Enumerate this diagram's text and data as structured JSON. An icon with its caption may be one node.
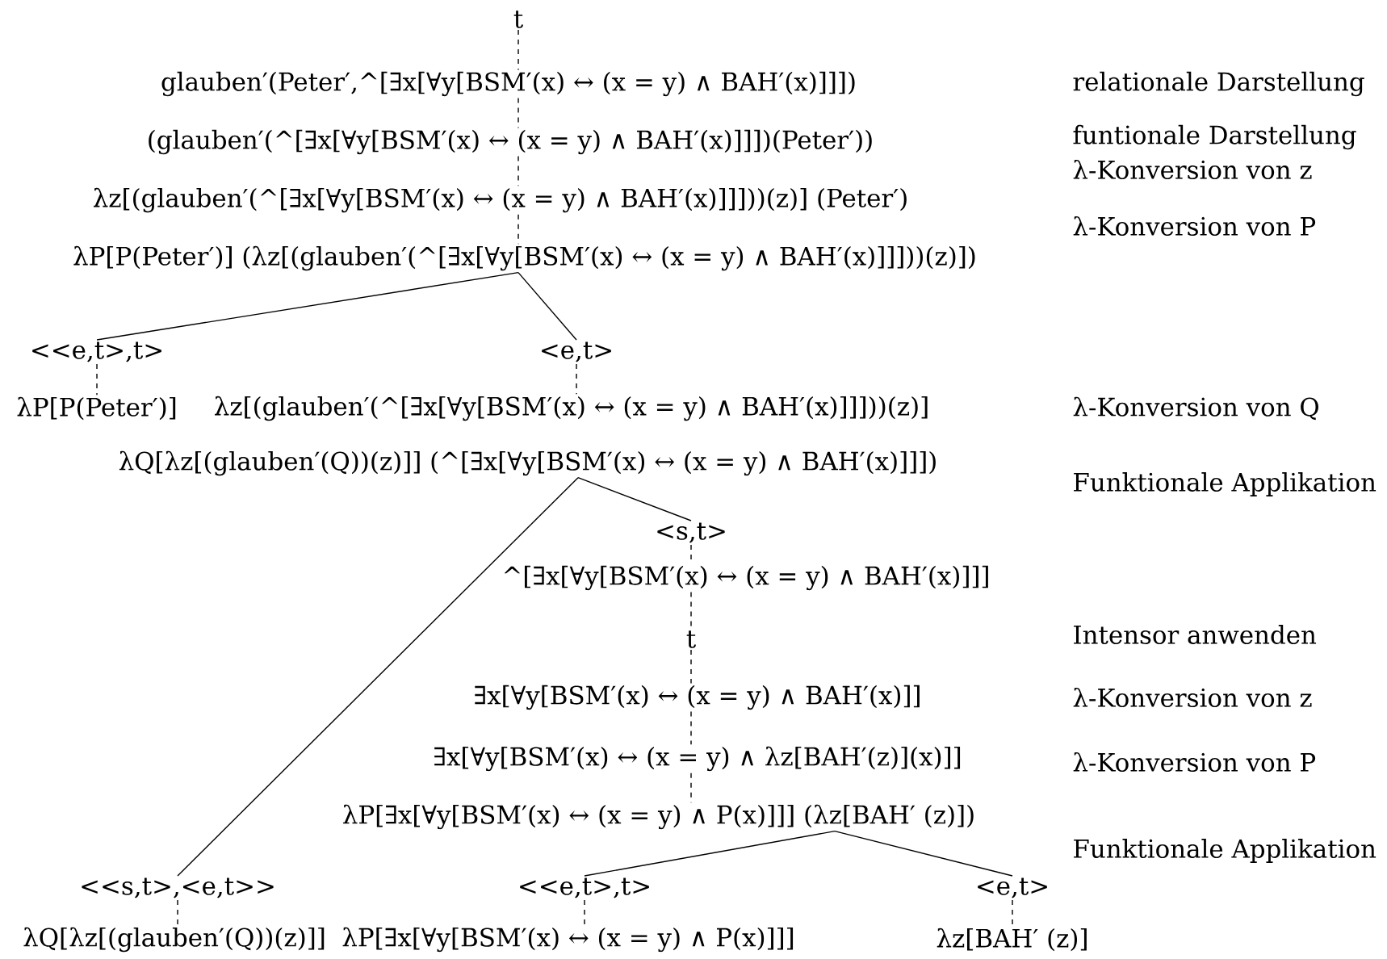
{
  "diagram": {
    "nodes": [
      {
        "text": [
          "t"
        ]
      },
      {
        "text": [
          "glauben′(Peter′,^[∃x[∀y[BSM′(x) ↔ (x = y) ∧ BAH′(x)]]])"
        ]
      },
      {
        "text": [
          "(glauben′(^[∃x[∀y[BSM′(x) ↔ (x = y) ∧ BAH′(x)]]])(Peter′))"
        ]
      },
      {
        "text": [
          "λz[(glauben′(^[∃x[∀y[BSM′(x) ↔ (x = y) ∧ BAH′(x)]]]))(z)] (Peter′)"
        ]
      },
      {
        "text": [
          "λP[P(Peter′)] (λz[(glauben′(^[∃x[∀y[BSM′(x) ↔ (x = y) ∧ BAH′(x)]]]))(z)])"
        ]
      },
      {
        "text": [
          "<<e,t>,t>"
        ]
      },
      {
        "text": [
          "λP[P(Peter′)]"
        ]
      },
      {
        "text": [
          "<e,t>"
        ]
      },
      {
        "text": [
          "λz[(glauben′(^[∃x[∀y[BSM′(x) ↔ (x = y) ∧ BAH′(x)]]]))(z)]"
        ]
      },
      {
        "text": [
          "λQ[λz[(glauben′(Q))(z)]] (^[∃x[∀y[BSM′(x) ↔ (x = y) ∧ BAH′(x)]]])"
        ]
      },
      {
        "text": [
          "<s,t>"
        ]
      },
      {
        "text": [
          "^[∃x[∀y[BSM′(x) ↔ (x = y) ∧ BAH′(x)]]]"
        ]
      },
      {
        "text": [
          "t"
        ]
      },
      {
        "text": [
          "∃x[∀y[BSM′(x) ↔ (x = y) ∧ BAH′(x)]]"
        ]
      },
      {
        "text": [
          "∃x[∀y[BSM′(x) ↔ (x = y) ∧ λz[BAH′(z)](x)]]"
        ]
      },
      {
        "text": [
          "λP[∃x[∀y[BSM′(x) ↔ (x = y) ∧ P(x)]]] (λz[BAH′ (z)])"
        ]
      },
      {
        "text": [
          "<<s,t>,<e,t>>"
        ]
      },
      {
        "text": [
          "<<e,t>,t>"
        ]
      },
      {
        "text": [
          "<e,t>"
        ]
      },
      {
        "text": [
          "λQ[λz[(glauben′(Q))(z)]]"
        ]
      },
      {
        "text": [
          "λP[∃x[∀y[BSM′(x) ↔ (x = y) ∧ P(x)]]]"
        ]
      },
      {
        "text": [
          "λz[BAH′ (z)]"
        ]
      }
    ],
    "edges": [
      {
        "from": 0,
        "to": 1,
        "arrow": "none",
        "style": "dashed"
      },
      {
        "from": 1,
        "to": 2,
        "arrow": "none",
        "style": "dashed"
      },
      {
        "from": 2,
        "to": 3,
        "arrow": "none",
        "style": "dashed"
      },
      {
        "from": 3,
        "to": 4,
        "arrow": "none",
        "style": "dashed"
      },
      {
        "from": 4,
        "to": 5,
        "arrow": "none"
      },
      {
        "from": 4,
        "to": 7,
        "arrow": "none"
      },
      {
        "from": 5,
        "to": 6,
        "arrow": "none",
        "style": "dashed"
      },
      {
        "from": 7,
        "to": 8,
        "arrow": "none",
        "style": "dashed"
      },
      {
        "from": 9,
        "to": 16,
        "arrow": "none"
      },
      {
        "from": 9,
        "to": 10,
        "arrow": "none"
      },
      {
        "from": 10,
        "to": 11,
        "arrow": "none",
        "style": "dashed"
      },
      {
        "from": 11,
        "to": 12,
        "arrow": "none",
        "style": "dashed"
      },
      {
        "from": 12,
        "to": 13,
        "arrow": "none",
        "style": "dashed"
      },
      {
        "from": 13,
        "to": 14,
        "arrow": "none",
        "style": "dashed"
      },
      {
        "from": 14,
        "to": 15,
        "arrow": "none",
        "style": "dashed"
      },
      {
        "from": 15,
        "to": 17,
        "arrow": "none"
      },
      {
        "from": 15,
        "to": 18,
        "arrow": "none"
      },
      {
        "from": 16,
        "to": 19,
        "arrow": "none",
        "style": "dashed"
      },
      {
        "from": 17,
        "to": 20,
        "arrow": "none",
        "style": "dashed"
      },
      {
        "from": 18,
        "to": 21,
        "arrow": "none",
        "style": "dashed"
      }
    ],
    "labels": [
      "relationale Darstellung",
      "funtionale Darstellung",
      "λ-Konversion von z",
      "λ-Konversion von P",
      "λ-Konversion von Q",
      "Funktionale Applikation",
      "Intensor anwenden",
      "λ-Konversion von z",
      "λ-Konversion von P",
      "Funktionale Applikation"
    ]
  }
}
